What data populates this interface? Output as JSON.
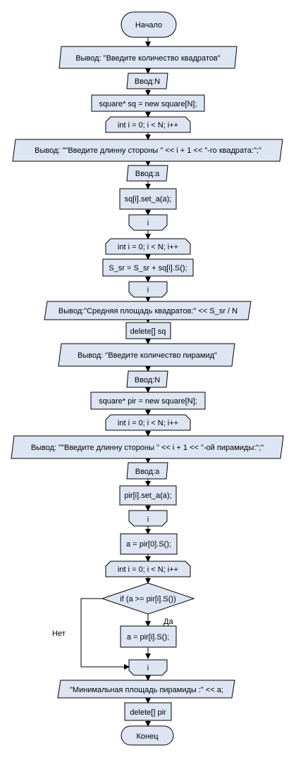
{
  "colors": {
    "shape_fill": "#dde5f3",
    "stroke": "#000000",
    "text": "#000000",
    "background": "#ffffff"
  },
  "flowchart": {
    "start": "Начало",
    "output_count_squares": "Вывод: \"Введите количество квадратов\"",
    "input_n_1": "Ввод:N",
    "alloc_squares": "square* sq = new square[N];",
    "loop1_header": "int i = 0; i < N; i++",
    "output_side_square": "Вывод: \"\"Введите длинну стороны \" << i + 1 << \"-го квадрата:\";\"",
    "input_a_1": "Ввод:a",
    "set_a_square": "sq[i].set_a(a);",
    "loop1_end": "i",
    "loop2_header": "int i = 0; i < N; i++",
    "sum_area": "S_sr = S_sr + sq[i].S();",
    "loop2_end": "i",
    "output_avg_area": "Вывод:\"Средняя площадь квадратов:\" << S_sr / N",
    "delete_sq": "delete[] sq",
    "output_count_pyramids": "Вывод: \"Введите количество пирамид\"",
    "input_n_2": "Ввод:N",
    "alloc_pyramids": "square* pir = new square[N];",
    "loop3_header": "int i = 0; i < N; i++",
    "output_side_pyramid": "Вывод: \"\"Введите длинну стороны \" << i + 1 << \"-ой пирамиды:\";\"",
    "input_a_2": "Ввод:a",
    "set_a_pyramid": "pir[i].set_a(a);",
    "loop3_end": "i",
    "init_min": "a = pir[0].S();",
    "loop4_header": "int i = 0; i < N; i++",
    "condition": "if (a >= pir[i].S())",
    "yes_label": "Да",
    "no_label": "Нет",
    "assign_min": "a = pir[i].S();",
    "loop4_end": "i",
    "output_min_area": "\"Минимальная площадь пирамиды :\" << a;",
    "delete_pir": "delete[] pir",
    "end": "Конец"
  }
}
